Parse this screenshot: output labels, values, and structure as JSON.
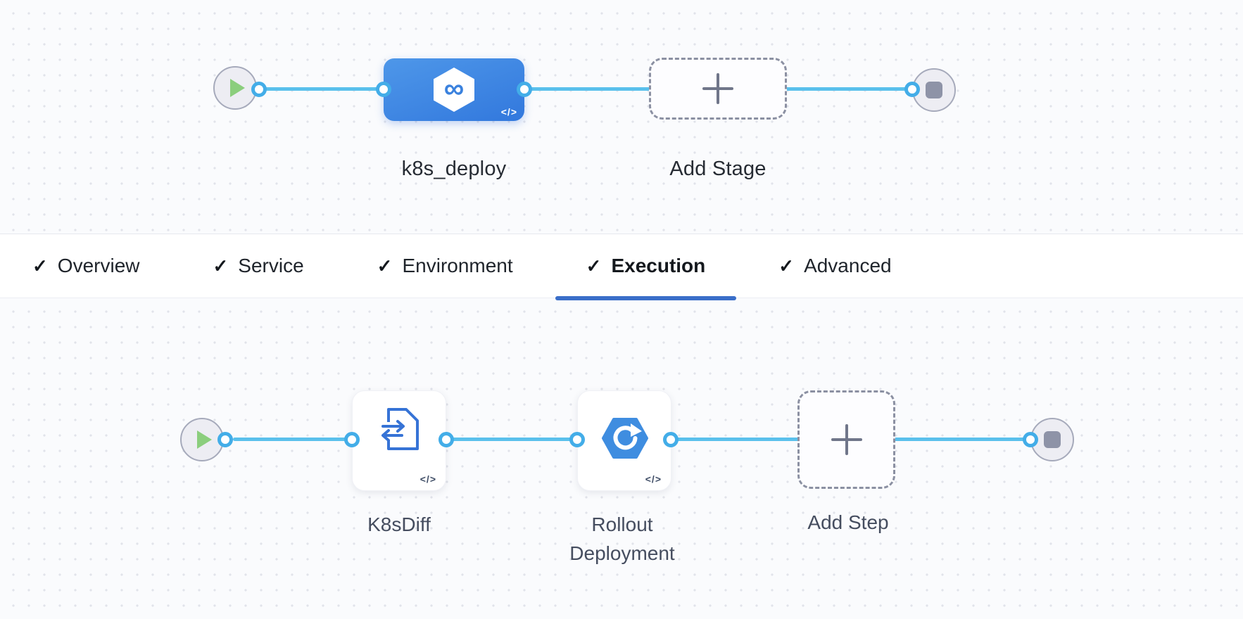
{
  "glyphs": {
    "check": "✓",
    "code_badge": "</>",
    "infinity": "∞"
  },
  "stage_flow": {
    "node_label": "k8s_deploy",
    "add_label": "Add Stage"
  },
  "tabs": [
    {
      "label": "Overview",
      "checked": true,
      "active": false
    },
    {
      "label": "Service",
      "checked": true,
      "active": false
    },
    {
      "label": "Environment",
      "checked": true,
      "active": false
    },
    {
      "label": "Execution",
      "checked": true,
      "active": true
    },
    {
      "label": "Advanced",
      "checked": true,
      "active": false
    }
  ],
  "step_flow": {
    "steps": [
      {
        "label": "K8sDiff"
      },
      {
        "label_line1": "Rollout",
        "label_line2": "Deployment"
      }
    ],
    "add_label": "Add Step"
  },
  "colors": {
    "connector_blue": "#5AC0EC",
    "port_ring_blue": "#43ADE8",
    "stage_node_blue": "#3B82DE",
    "active_tab_underline": "#3A6EC9",
    "play_green": "#8BCE7D",
    "endpoint_gray": "#8E93A7",
    "canvas_bg": "#FAFBFD"
  }
}
